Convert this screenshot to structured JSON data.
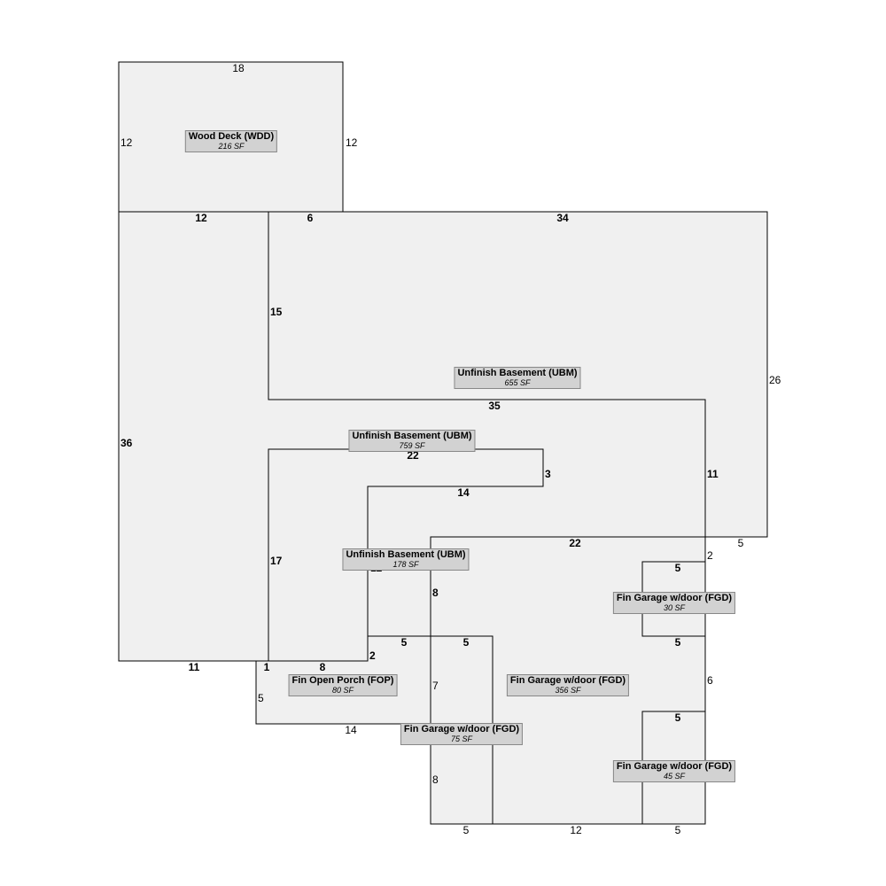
{
  "areas": [
    {
      "id": "wdd",
      "name": "Wood Deck (WDD)",
      "sf": "216 SF"
    },
    {
      "id": "ubm1",
      "name": "Unfinish Basement (UBM)",
      "sf": "655 SF"
    },
    {
      "id": "ubm2",
      "name": "Unfinish Basement (UBM)",
      "sf": "759 SF"
    },
    {
      "id": "ubm3",
      "name": "Unfinish Basement (UBM)",
      "sf": "178 SF"
    },
    {
      "id": "fgd1",
      "name": "Fin Garage w/door (FGD)",
      "sf": "30 SF"
    },
    {
      "id": "fop",
      "name": "Fin Open Porch (FOP)",
      "sf": "80 SF"
    },
    {
      "id": "fgd2",
      "name": "Fin Garage w/door (FGD)",
      "sf": "356 SF"
    },
    {
      "id": "fgd3",
      "name": "Fin Garage w/door (FGD)",
      "sf": "75 SF"
    },
    {
      "id": "fgd4",
      "name": "Fin Garage w/door (FGD)",
      "sf": "45 SF"
    }
  ],
  "dimensions": [
    "18",
    "12",
    "12",
    "12",
    "6",
    "34",
    "15",
    "26",
    "35",
    "36",
    "22",
    "3",
    "11",
    "14",
    "22",
    "5",
    "2",
    "5",
    "17",
    "12",
    "8",
    "5",
    "5",
    "5",
    "2",
    "11",
    "1",
    "8",
    "6",
    "7",
    "5",
    "5",
    "14",
    "8",
    "5",
    "12",
    "5"
  ]
}
